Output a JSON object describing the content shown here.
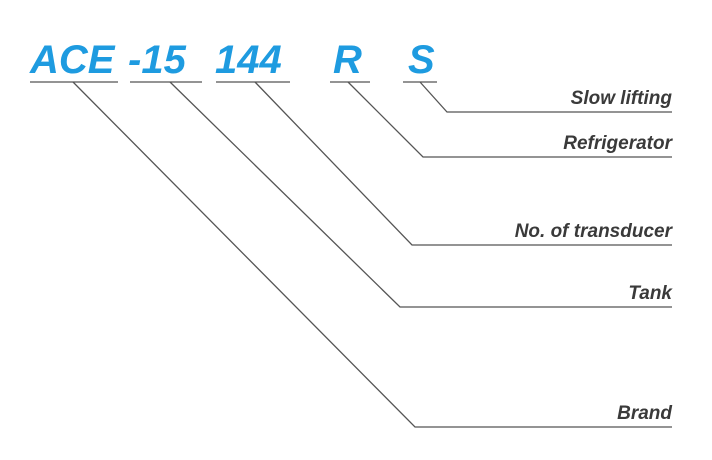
{
  "colors": {
    "code": "#1e9be0",
    "lines": "#555555",
    "labels": "#3a3a3a"
  },
  "code_segments": [
    "ACE",
    "-15",
    "144",
    "R",
    "S"
  ],
  "labels": [
    "Slow lifting",
    "Refrigerator",
    "No. of transducer",
    "Tank",
    "Brand"
  ]
}
